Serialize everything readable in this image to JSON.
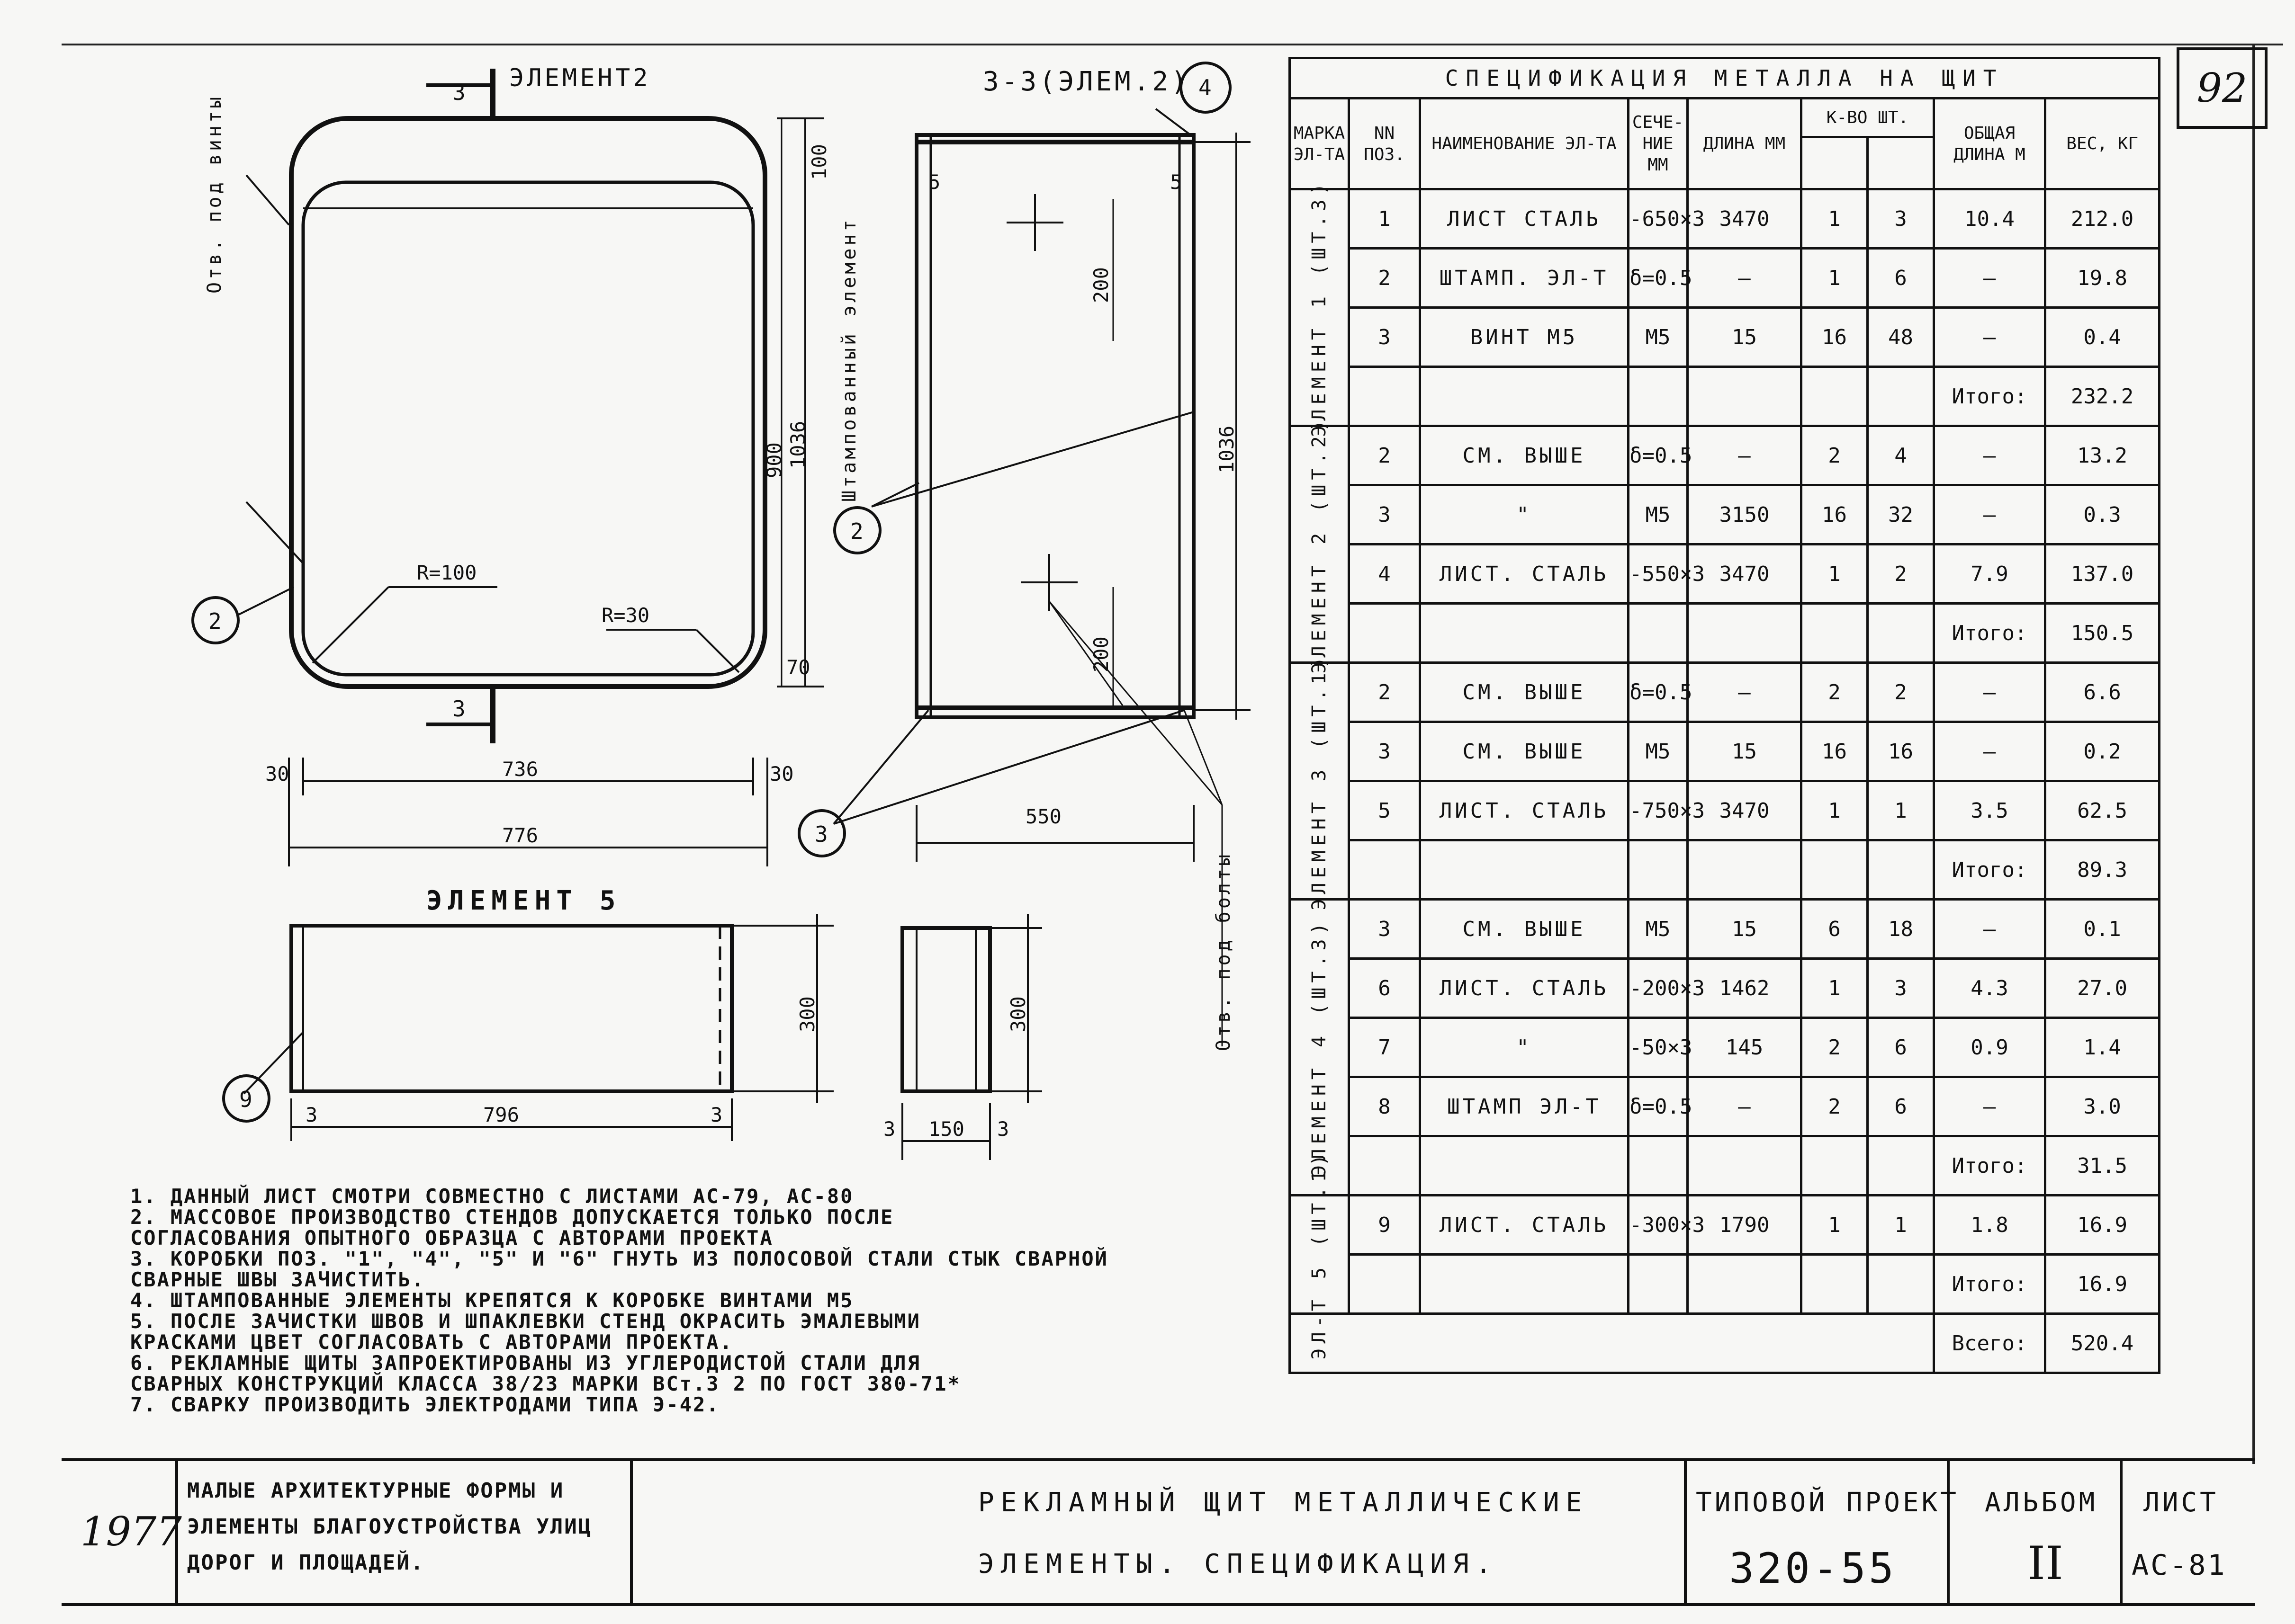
{
  "sheet_number": "92",
  "drawing": {
    "element2_label": "ЭЛЕМЕНТ2",
    "section_mark": "3",
    "section_label": "3-3(ЭЛЕМ.2)",
    "element5_label": "ЭЛЕМЕНТ 5",
    "callout_2_left": "2",
    "callout_2": "2",
    "callout_3": "3",
    "callout_4": "4",
    "callout_9": "9",
    "holes_label": "Отв. под винты",
    "stamped_label": "Штампованный элемент",
    "bolt_holes_label": "Отв. под болты",
    "r100": "R=100",
    "r30": "R=30",
    "dims": {
      "d736": "736",
      "d776": "776",
      "d30a": "30",
      "d30b": "30",
      "d100": "100",
      "d900": "900",
      "d1036": "1036",
      "d1036b": "1036",
      "d200a": "200",
      "d200b": "200",
      "d5a": "5",
      "d5b": "5",
      "d70": "70",
      "d550": "550",
      "d300a": "300",
      "d300b": "300",
      "d796": "796",
      "d3a": "3",
      "d3b": "3",
      "d3c": "3",
      "d3d": "3",
      "d150": "150"
    }
  },
  "spec_table": {
    "title": "СПЕЦИФИКАЦИЯ МЕТАЛЛА НА ЩИТ",
    "headers": {
      "mark": "МАРКА ЭЛ-ТА",
      "pos": "NN ПОЗ.",
      "name": "НАИМЕНОВАНИЕ ЭЛ-ТА",
      "section": "СЕЧЕ-НИЕ ММ",
      "length": "ДЛИНА ММ",
      "qty": "К-ВО ШТ.",
      "total_length": "ОБЩАЯ ДЛИНА М",
      "weight": "ВЕС, КГ"
    },
    "groups": [
      {
        "label": "ЭЛЕМЕНТ 1 (ШТ.3)",
        "rows": [
          {
            "pos": "1",
            "name": "ЛИСТ СТАЛЬ",
            "section": "-650×3",
            "length": "3470",
            "q1": "1",
            "q2": "3",
            "total": "10.4",
            "weight": "212.0"
          },
          {
            "pos": "2",
            "name": "ШТАМП. ЭЛ-Т",
            "section": "δ=0.5",
            "length": "—",
            "q1": "1",
            "q2": "6",
            "total": "—",
            "weight": "19.8"
          },
          {
            "pos": "3",
            "name": "ВИНТ М5",
            "section": "М5",
            "length": "15",
            "q1": "16",
            "q2": "48",
            "total": "—",
            "weight": "0.4"
          }
        ],
        "itogo_label": "Итого:",
        "itogo": "232.2"
      },
      {
        "label": "ЭЛЕМЕНТ 2 (ШТ.2)",
        "rows": [
          {
            "pos": "2",
            "name": "СМ. ВЫШЕ",
            "section": "δ=0.5",
            "length": "—",
            "q1": "2",
            "q2": "4",
            "total": "—",
            "weight": "13.2"
          },
          {
            "pos": "3",
            "name": "\"",
            "section": "М5",
            "length": "3150",
            "q1": "16",
            "q2": "32",
            "total": "—",
            "weight": "0.3"
          },
          {
            "pos": "4",
            "name": "ЛИСТ. СТАЛЬ",
            "section": "-550×3",
            "length": "3470",
            "q1": "1",
            "q2": "2",
            "total": "7.9",
            "weight": "137.0"
          }
        ],
        "itogo_label": "Итого:",
        "itogo": "150.5"
      },
      {
        "label": "ЭЛЕМЕНТ 3 (ШТ.1)",
        "rows": [
          {
            "pos": "2",
            "name": "СМ. ВЫШЕ",
            "section": "δ=0.5",
            "length": "—",
            "q1": "2",
            "q2": "2",
            "total": "—",
            "weight": "6.6"
          },
          {
            "pos": "3",
            "name": "СМ. ВЫШЕ",
            "section": "М5",
            "length": "15",
            "q1": "16",
            "q2": "16",
            "total": "—",
            "weight": "0.2"
          },
          {
            "pos": "5",
            "name": "ЛИСТ. СТАЛЬ",
            "section": "-750×3",
            "length": "3470",
            "q1": "1",
            "q2": "1",
            "total": "3.5",
            "weight": "62.5"
          }
        ],
        "itogo_label": "Итого:",
        "itogo": "89.3"
      },
      {
        "label": "ЭЛЕМЕНТ 4 (ШТ.3)",
        "rows": [
          {
            "pos": "3",
            "name": "СМ. ВЫШЕ",
            "section": "М5",
            "length": "15",
            "q1": "6",
            "q2": "18",
            "total": "—",
            "weight": "0.1"
          },
          {
            "pos": "6",
            "name": "ЛИСТ. СТАЛЬ",
            "section": "-200×3",
            "length": "1462",
            "q1": "1",
            "q2": "3",
            "total": "4.3",
            "weight": "27.0"
          },
          {
            "pos": "7",
            "name": "\"",
            "section": "-50×3",
            "length": "145",
            "q1": "2",
            "q2": "6",
            "total": "0.9",
            "weight": "1.4"
          },
          {
            "pos": "8",
            "name": "ШТАМП ЭЛ-Т",
            "section": "δ=0.5",
            "length": "—",
            "q1": "2",
            "q2": "6",
            "total": "—",
            "weight": "3.0"
          }
        ],
        "itogo_label": "Итого:",
        "itogo": "31.5"
      },
      {
        "label": "ЭЛ-Т 5 (ШТ.1)",
        "rows": [
          {
            "pos": "9",
            "name": "ЛИСТ. СТАЛЬ",
            "section": "-300×3",
            "length": "1790",
            "q1": "1",
            "q2": "1",
            "total": "1.8",
            "weight": "16.9"
          }
        ],
        "itogo_label": "Итого:",
        "itogo": "16.9"
      }
    ],
    "grand_total_label": "Всего:",
    "grand_total": "520.4"
  },
  "notes": [
    "1. ДАННЫЙ ЛИСТ СМОТРИ СОВМЕСТНО С ЛИСТАМИ АС-79, АС-80",
    "2. МАССОВОЕ ПРОИЗВОДСТВО СТЕНДОВ ДОПУСКАЕТСЯ ТОЛЬКО ПОСЛЕ",
    "   СОГЛАСОВАНИЯ ОПЫТНОГО ОБРАЗЦА С АВТОРАМИ ПРОЕКТА",
    "3. КОРОБКИ ПОЗ. \"1\", \"4\", \"5\" И \"6\" ГНУТЬ ИЗ ПОЛОСОВОЙ СТАЛИ СТЫК СВАРНОЙ",
    "   СВАРНЫЕ ШВЫ ЗАЧИСТИТЬ.",
    "4. ШТАМПОВАННЫЕ ЭЛЕМЕНТЫ КРЕПЯТСЯ К КОРОБКЕ ВИНТАМИ М5",
    "5. ПОСЛЕ ЗАЧИСТКИ ШВОВ И ШПАКЛЕВКИ СТЕНД ОКРАСИТЬ ЭМАЛЕВЫМИ",
    "   КРАСКАМИ ЦВЕТ СОГЛАСОВАТЬ С АВТОРАМИ ПРОЕКТА.",
    "6. РЕКЛАМНЫЕ ЩИТЫ ЗАПРОЕКТИРОВАНЫ ИЗ УГЛЕРОДИСТОЙ СТАЛИ ДЛЯ",
    "   СВАРНЫХ КОНСТРУКЦИЙ КЛАССА 38/23 МАРКИ ВСт.3  2 ПО ГОСТ 380-71*",
    "7. СВАРКУ ПРОИЗВОДИТЬ ЭЛЕКТРОДАМИ ТИПА Э-42."
  ],
  "title_block": {
    "year": "1977",
    "series": [
      "МАЛЫЕ АРХИТЕКТУРНЫЕ ФОРМЫ И",
      "ЭЛЕМЕНТЫ БЛАГОУСТРОЙСТВА УЛИЦ",
      "ДОРОГ И ПЛОЩАДЕЙ."
    ],
    "title_line1": "РЕКЛАМНЫЙ ЩИТ МЕТАЛЛИЧЕСКИЕ",
    "title_line2": "ЭЛЕМЕНТЫ. СПЕЦИФИКАЦИЯ.",
    "project_label": "ТИПОВОЙ ПРОЕКТ",
    "project_number": "320-55",
    "album_label": "АЛЬБОМ",
    "album_number": "II",
    "sheet_label": "ЛИСТ",
    "sheet_code": "АС-81"
  }
}
